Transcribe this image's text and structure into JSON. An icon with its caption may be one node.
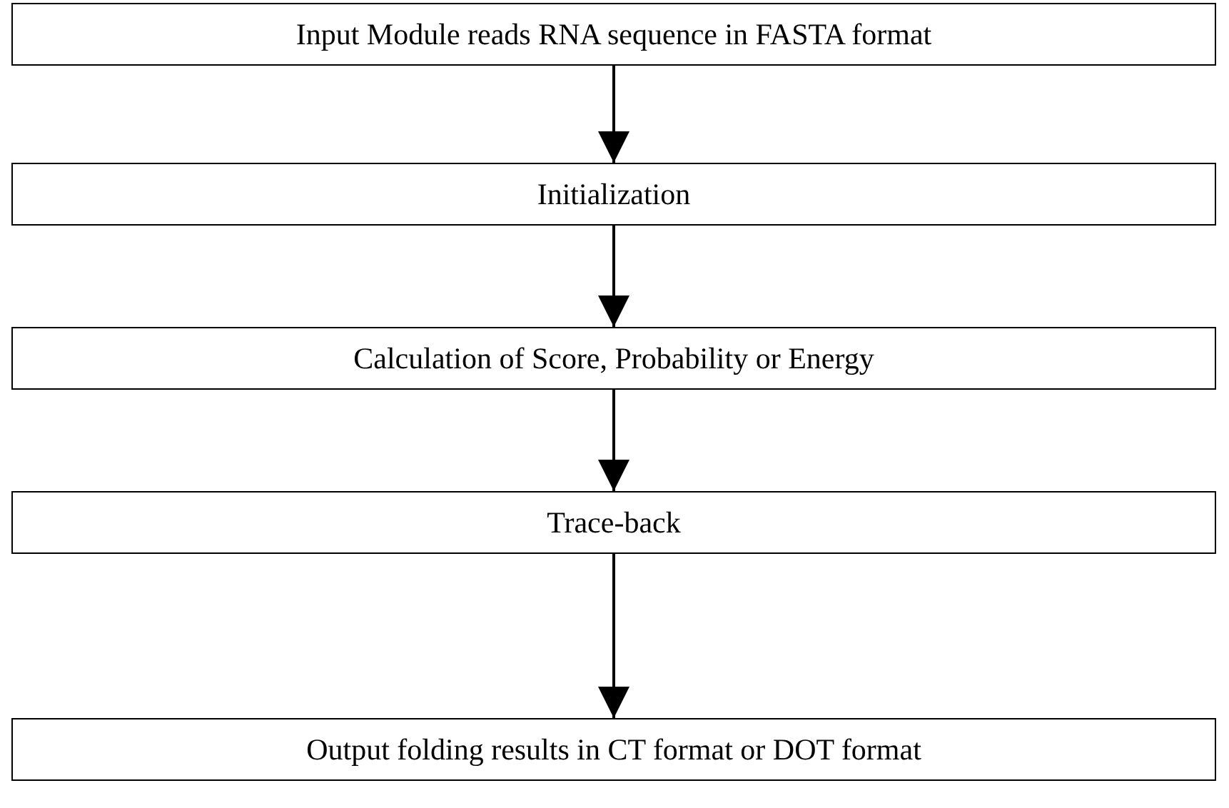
{
  "diagram": {
    "nodes": [
      {
        "text": [
          "Input Module reads RNA sequence in FASTA format"
        ]
      },
      {
        "text": [
          "Initialization"
        ]
      },
      {
        "text": [
          "Calculation of Score, Probability or Energy"
        ]
      },
      {
        "text": [
          "Trace-back"
        ]
      },
      {
        "text": [
          "Output folding results in CT format or DOT format"
        ]
      }
    ],
    "edges": [
      {
        "from": 0,
        "to": 1,
        "arrow": "to"
      },
      {
        "from": 1,
        "to": 2,
        "arrow": "to"
      },
      {
        "from": 2,
        "to": 3,
        "arrow": "to"
      },
      {
        "from": 3,
        "to": 4,
        "arrow": "to"
      }
    ]
  }
}
